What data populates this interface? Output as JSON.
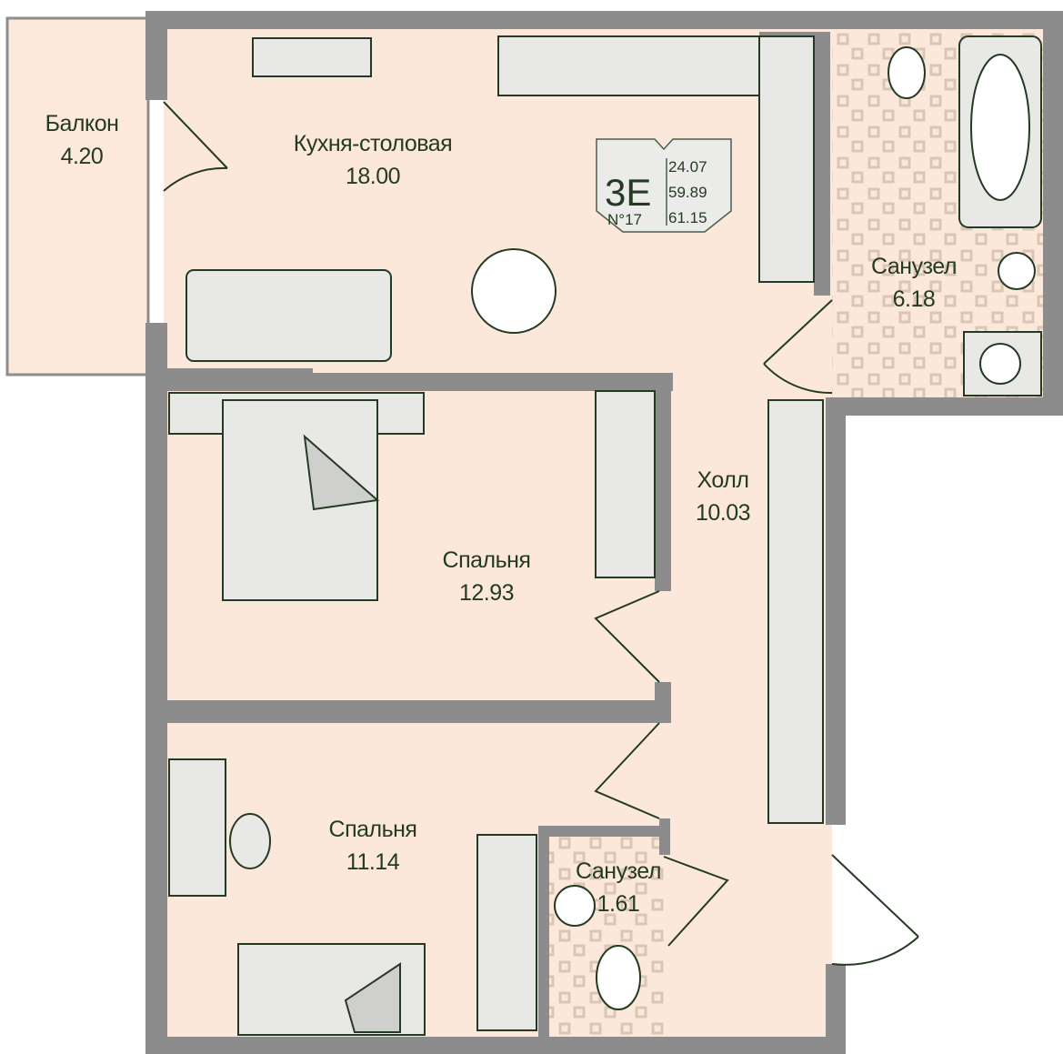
{
  "apartment": {
    "type": "3E",
    "number": "N°17",
    "areas": [
      "24.07",
      "59.89",
      "61.15"
    ]
  },
  "rooms": [
    {
      "name": "Балкон",
      "area": "4.20"
    },
    {
      "name": "Кухня-столовая",
      "area": "18.00"
    },
    {
      "name": "Санузел",
      "area": "6.18"
    },
    {
      "name": "Холл",
      "area": "10.03"
    },
    {
      "name": "Спальня",
      "area": "12.93"
    },
    {
      "name": "Спальня",
      "area": "11.14"
    },
    {
      "name": "Санузел",
      "area": "1.61"
    }
  ],
  "colors": {
    "floor": "#fbe8da",
    "balcony": "#fce9db",
    "wall": "#8c8c8c",
    "text": "#243a22",
    "furniture": "#e8e8e6"
  }
}
